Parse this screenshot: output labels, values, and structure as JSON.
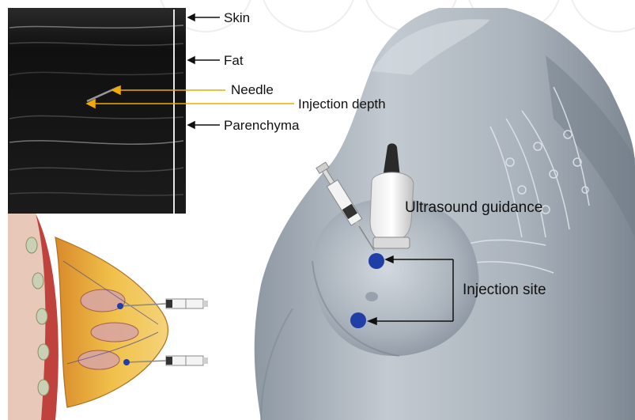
{
  "labels": {
    "skin": "Skin",
    "fat": "Fat",
    "needle": "Needle",
    "injection_depth": "Injection depth",
    "parenchyma": "Parenchyma",
    "ultrasound_guidance": "Ultrasound guidance",
    "injection_site": "Injection site"
  },
  "colors": {
    "annotation_line": "#f2a900",
    "marker": "#1f3ea8",
    "arrow": "#111111",
    "ultrasound_bg": "#141414",
    "skin_tone": "#a8b1bb",
    "tissue_fat": "#e9b23a",
    "tissue_muscle": "#c0423c"
  },
  "icons": [
    "syringe-icon",
    "ultrasound-probe-icon"
  ]
}
